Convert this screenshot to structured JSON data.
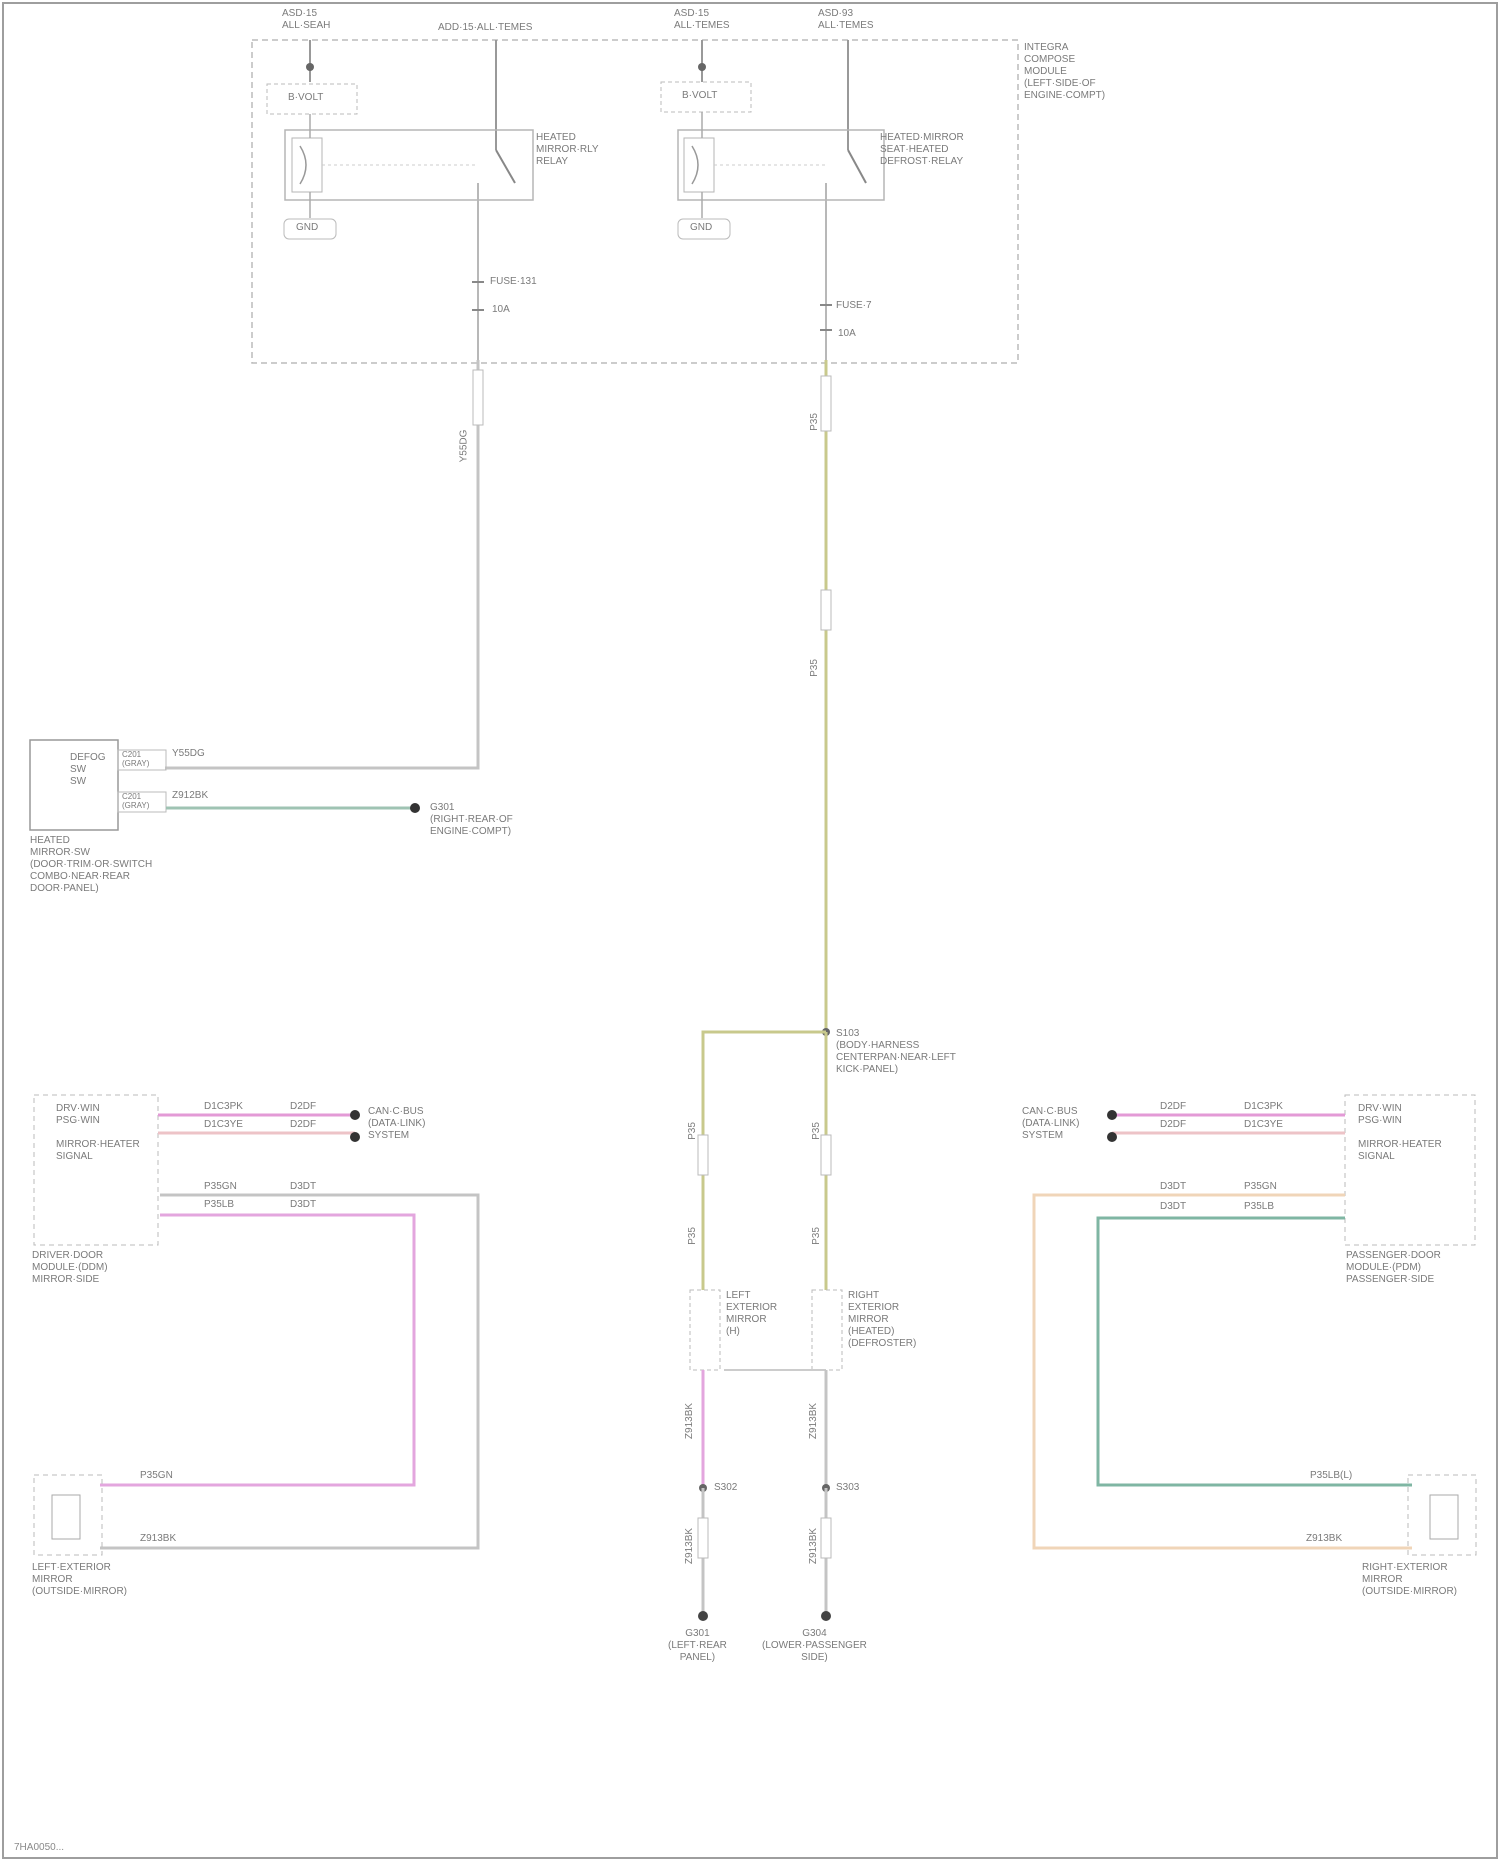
{
  "footer": {
    "code": "7HA0050..."
  },
  "labels": {
    "top_feed_1": "ASD·15\nALL·SEAH",
    "top_feed_2": "ADD·15·ALL·TEMES",
    "top_feed_3": "ASD·15\nALL·TEMES",
    "top_feed_4": "ASD·93\nALL·TEMES",
    "module": "INTEGRA\nCOMPOSE\nMODULE\n(LEFT·SIDE·OF\nENGINE·COMPT)",
    "relay_1": "HEATED\nMIRROR·RLY\nRELAY",
    "relay_2": "HEATED·MIRROR\nSEAT·HEATED\nDEFROST·RELAY",
    "b_volt_1": "B·VOLT",
    "b_volt_2": "B·VOLT",
    "gnd_1": "GND",
    "gnd_2": "GND",
    "fuse_1a": "FUSE·131",
    "fuse_1b": "10A",
    "fuse_2a": "FUSE·7",
    "fuse_2b": "10A",
    "wire_left_vert": "Y55DG",
    "wire_right_vert": "P35",
    "splice_mid": "P35",
    "switch_box": "DEFOG\nSW\nSW",
    "switch_caption": "HEATED\nMIRROR·SW\n(DOOR·TRIM·OR·SWITCH\nCOMBO·NEAR·REAR\nDOOR·PANEL)",
    "sw_pin1": "C201\n(GRAY)",
    "sw_pin2": "C201\n(GRAY)",
    "sw_wire1": "Y55DG",
    "sw_wire2": "Z912BK",
    "ground_g": "G301\n(RIGHT·REAR·OF\nENGINE·COMPT)",
    "splice_main": "S103\n(BODY·HARNESS\nCENTERPAN·NEAR·LEFT\nKICK·PANEL)",
    "ldoor_box": "DRV·WIN\nPSG·WIN\n\nMIRROR·HEATER\nSIGNAL",
    "ldoor_caption": "DRIVER·DOOR\nMODULE·(DDM)\nMIRROR·SIDE",
    "ldoor_w1": "D1C3PK",
    "ldoor_w2": "D1C3YE",
    "ldoor_w3": "D2DF",
    "ldoor_w4": "D2DF",
    "ldoor_w5": "P35GN",
    "ldoor_w6": "P35LB",
    "ldoor_w7": "D3DT",
    "ldoor_w8": "D3DT",
    "ldoor_bus": "CAN·C·BUS\n(DATA·LINK)\nSYSTEM",
    "rdoor_bus": "CAN·C·BUS\n(DATA·LINK)\nSYSTEM",
    "rdoor_box": "DRV·WIN\nPSG·WIN\n\nMIRROR·HEATER\nSIGNAL",
    "rdoor_caption": "PASSENGER·DOOR\nMODULE·(PDM)\nPASSENGER·SIDE",
    "rdoor_w1": "D2DF",
    "rdoor_w2": "D1C3PK",
    "rdoor_w3": "D2DF",
    "rdoor_w4": "D1C3YE",
    "rdoor_w5": "D3DT",
    "rdoor_w6": "P35GN",
    "rdoor_w7": "D3DT",
    "rdoor_w8": "P35LB",
    "lmirror_w1": "P35GN",
    "lmirror_w2": "Z913BK",
    "lmirror_caption": "LEFT·EXTERIOR\nMIRROR\n(OUTSIDE·MIRROR)",
    "rmirror_w1": "P35LB(L)",
    "rmirror_w2": "Z913BK",
    "rmirror_caption": "RIGHT·EXTERIOR\nMIRROR\n(OUTSIDE·MIRROR)",
    "lmirror_mid": "LEFT\nEXTERIOR\nMIRROR\n(H)",
    "rmirror_mid": "RIGHT\nEXTERIOR\nMIRROR\n(HEATED)\n(DEFROSTER)",
    "w_mid_l1": "P35",
    "w_mid_l2": "P35",
    "w_mid_r1": "P35",
    "w_mid_r2": "P35",
    "w_mid_l3": "Z913BK",
    "w_mid_r3": "Z913BK",
    "w_mid_l4": "Z913BK",
    "w_mid_r4": "Z913BK",
    "splice_gl": "S302",
    "splice_gr": "S303",
    "gnd_l": "G301\n(LEFT·REAR\nPANEL)",
    "gnd_r": "G304\n(LOWER·PASSENGER\nSIDE)"
  },
  "colors": {
    "wire_plain": "#c4c4c4",
    "wire_yellow": "#c8c98c",
    "wire_pink": "#e39ad6",
    "wire_pink_light": "#edc3c7",
    "wire_green": "#7fb6a3",
    "wire_peach": "#f0d5b8",
    "box": "#bdbdbd",
    "text": "#7a7a7a"
  }
}
